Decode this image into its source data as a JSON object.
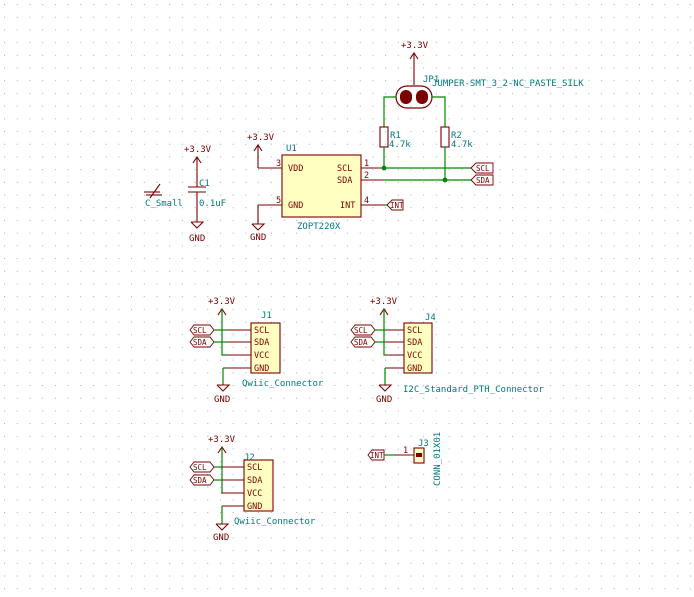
{
  "power": {
    "v33": "+3.3V",
    "gnd": "GND"
  },
  "u1": {
    "ref": "U1",
    "value": "ZOPT220X",
    "pins": {
      "vdd": "VDD",
      "gnd": "GND",
      "scl": "SCL",
      "sda": "SDA",
      "int": "INT"
    },
    "pin_numbers": {
      "vdd": "3",
      "gnd": "5",
      "scl": "1",
      "sda": "2",
      "int": "4"
    }
  },
  "c1": {
    "ref": "C1",
    "value": "0.1uF",
    "value2": "C_Small"
  },
  "r1": {
    "ref": "R1",
    "value": "4.7k"
  },
  "r2": {
    "ref": "R2",
    "value": "4.7k"
  },
  "jp1": {
    "ref": "JP1",
    "value": "JUMPER-SMT_3_2-NC_PASTE_SILK"
  },
  "j1": {
    "ref": "J1",
    "value": "Qwiic_Connector",
    "pins": [
      "SCL",
      "SDA",
      "VCC",
      "GND"
    ]
  },
  "j2": {
    "ref": "J2",
    "value": "Qwiic_Connector",
    "pins": [
      "SCL",
      "SDA",
      "VCC",
      "GND"
    ]
  },
  "j4": {
    "ref": "J4",
    "value": "I2C_Standard_PTH_Connector",
    "pins": [
      "SCL",
      "SDA",
      "VCC",
      "GND"
    ]
  },
  "j3": {
    "ref": "J3",
    "value": "CONN_01X01",
    "pin_number": "1"
  },
  "net_labels": {
    "scl": "SCL",
    "sda": "SDA",
    "int": "INT"
  }
}
